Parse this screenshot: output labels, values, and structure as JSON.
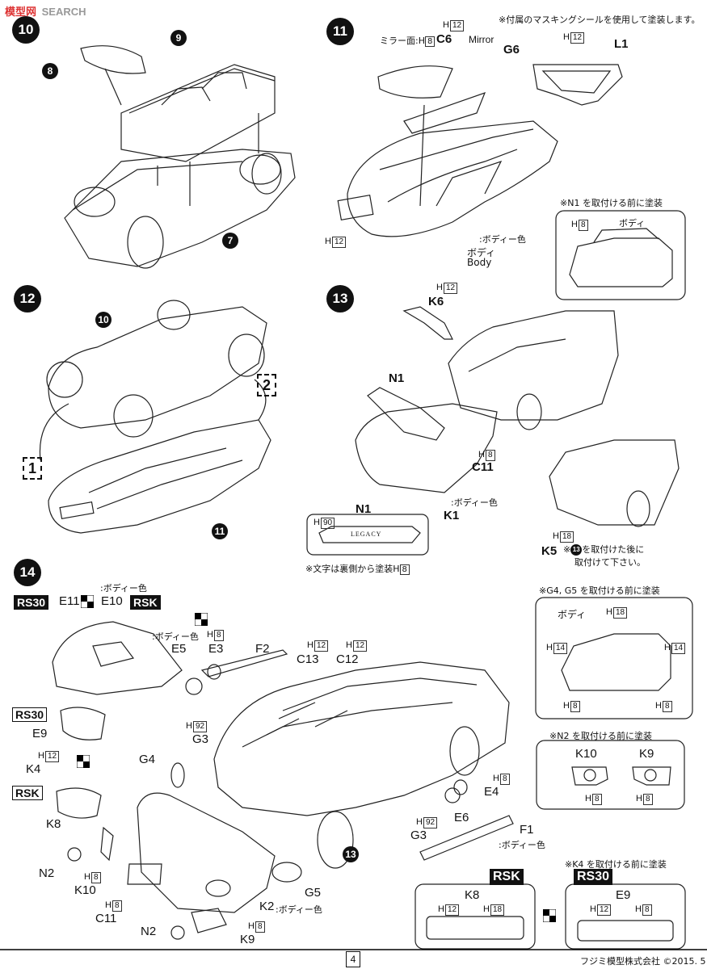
{
  "watermark": {
    "cn": "模型网",
    "en": "SEARCH"
  },
  "steps": {
    "s10": "10",
    "s11": "11",
    "s12": "12",
    "s13": "13",
    "s14": "14"
  },
  "parts": {
    "p8": "8",
    "p9": "9",
    "p7": "7",
    "c6": "C6",
    "g6": "G6",
    "l1": "L1",
    "mirror": "Mirror",
    "mirror_face": "ミラー面:",
    "body_jp": "ボディ",
    "body_en": "Body",
    "body_color": ":ボディー色",
    "n1": "N1",
    "k6": "K6",
    "c11": "C11",
    "k1": "K1",
    "k5": "K5",
    "p10": "10",
    "p11": "11",
    "d1": "1",
    "d2": "2",
    "e11": "E11",
    "e10": "E10",
    "e5": "E5",
    "e3": "E3",
    "f2": "F2",
    "c13": "C13",
    "c12": "C12",
    "e9": "E9",
    "k4": "K4",
    "g3": "G3",
    "g4": "G4",
    "k8": "K8",
    "n2": "N2",
    "k10": "K10",
    "c11b": "C11",
    "k2": "K2",
    "g5": "G5",
    "k9": "K9",
    "e4": "E4",
    "e6": "E6",
    "g3b": "G3",
    "f1": "F1",
    "step13ref": "13"
  },
  "paints": {
    "h8": "H",
    "h8n": "8",
    "h12": "H",
    "h12n": "12",
    "h90n": "90",
    "h18n": "18",
    "h92n": "92",
    "h14n": "14"
  },
  "variants": {
    "rs30": "RS30",
    "rsk": "RSK"
  },
  "notes": {
    "masking": "※付属のマスキングシールを使用して塗装します。",
    "n1_before": "※N1 を取付ける前に塗装",
    "letters": "※文字は裏側から塗装",
    "k5_after_a": "を取付けた後に",
    "k5_after_b": "取付けて下さい。",
    "g4g5_before": "※G4, G5 を取付ける前に塗装",
    "n2_before": "※N2 を取付ける前に塗装",
    "k4_before": "※K4 を取付ける前に塗装",
    "body": "ボディ",
    "body_color_short": ":ボディー色"
  },
  "legacy_text": "LEGACY",
  "footer": {
    "page": "4",
    "company": "フジミ模型株式会社",
    "copyright": "©2015. 5"
  }
}
